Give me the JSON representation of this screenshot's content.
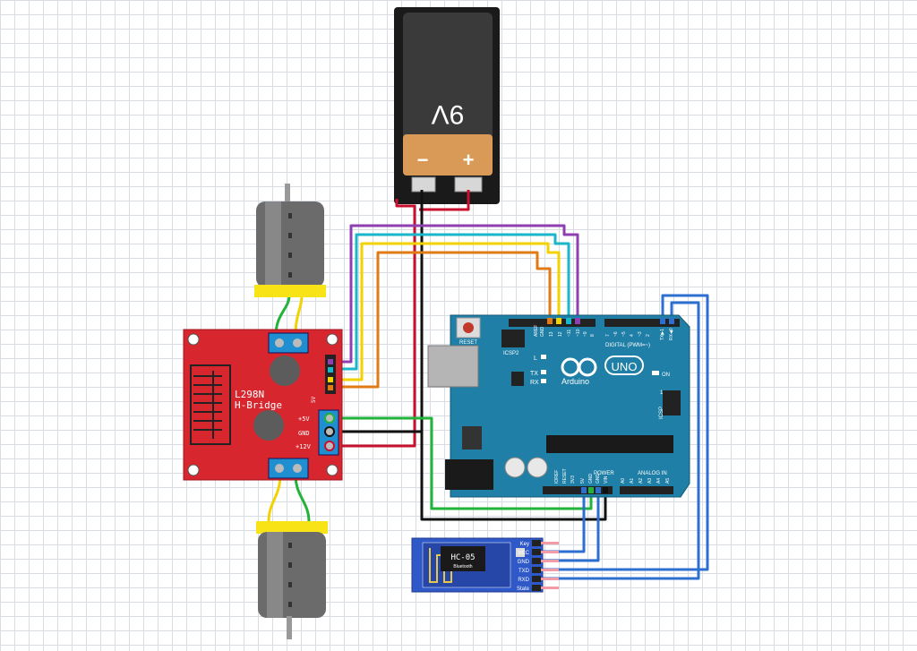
{
  "battery": {
    "voltage_label": "9V",
    "minus": "−",
    "plus": "+"
  },
  "hbridge": {
    "title_line1": "L298N",
    "title_line2": "H-Bridge",
    "pin_5v": "+5V",
    "pin_gnd": "GND",
    "pin_12v": "+12V",
    "side_5v": "5V"
  },
  "arduino": {
    "model": "UNO",
    "brand": "Arduino",
    "reset": "RESET",
    "icsp2": "ICSP2",
    "icsp": "ICSP",
    "led_l": "L",
    "led_tx": "TX",
    "led_rx": "RX",
    "on": "ON",
    "digital": "DIGITAL (PWM=~)",
    "power": "POWER",
    "analog": "ANALOG IN",
    "aref": "AREF",
    "gnd": "GND",
    "d13": "13",
    "d12": "12",
    "d11": "~11",
    "d10": "~10",
    "d9": "~9",
    "d8": "8",
    "d7": "7",
    "d6": "~6",
    "d5": "~5",
    "d4": "4",
    "d3": "~3",
    "d2": "2",
    "tx1": "TX▶1",
    "rx0": "RX◀0",
    "ioref": "IOREF",
    "reset_pin": "RESET",
    "v33": "3V3",
    "v5": "5V",
    "vin": "VIN",
    "a0": "A0",
    "a1": "A1",
    "a2": "A2",
    "a3": "A3",
    "a4": "A4",
    "a5": "A5",
    "icsp_one": "1"
  },
  "bluetooth": {
    "model": "HC-05",
    "sub": "Bluetooth",
    "pins": [
      "Key",
      "VCC",
      "GND",
      "TXD",
      "RXD",
      "State"
    ]
  },
  "colors": {
    "wire_red": "#c8102e",
    "wire_black": "#111111",
    "wire_green": "#22b43a",
    "wire_blue": "#2c6fd1",
    "wire_purple": "#8e3fb0",
    "wire_cyan": "#19b7c9",
    "wire_yellow": "#f2d200",
    "wire_orange": "#e07b16",
    "arduino_blue": "#1f7fa6",
    "hbridge_red": "#d7262e",
    "bt_blue": "#2f58c8"
  }
}
